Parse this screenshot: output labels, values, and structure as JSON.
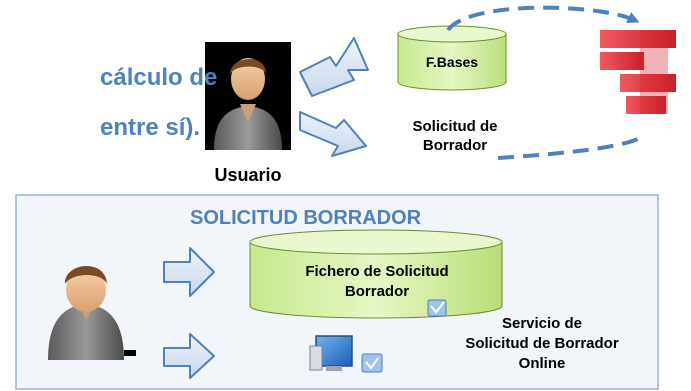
{
  "headline": {
    "line1": "cálculo de",
    "line2": "entre sí)."
  },
  "top": {
    "user_label": "Usuario",
    "db_label": "F.Bases",
    "request_label_1": "Solicitud de",
    "request_label_2": "Borrador"
  },
  "box": {
    "title": "SOLICITUD BORRADOR",
    "file_label_1": "Fichero de Solicitud",
    "file_label_2": "Borrador",
    "service_label_1": "Servicio de",
    "service_label_2": "Solicitud de Borrador",
    "service_label_3": "Online"
  },
  "colors": {
    "headline": "#4f81bd",
    "arrow_fill": "#dbe5f1",
    "arrow_stroke": "#4f81bd",
    "cylinder_fill": "#d6f0a8",
    "dashed_arrow": "#4f81bd",
    "box_fill": "#f2f5fa",
    "box_border": "#95b3d7",
    "logo": "#e3323a"
  },
  "icons": [
    "user-avatar-icon",
    "database-icon",
    "logo-icon",
    "computer-icon",
    "check-icon"
  ]
}
